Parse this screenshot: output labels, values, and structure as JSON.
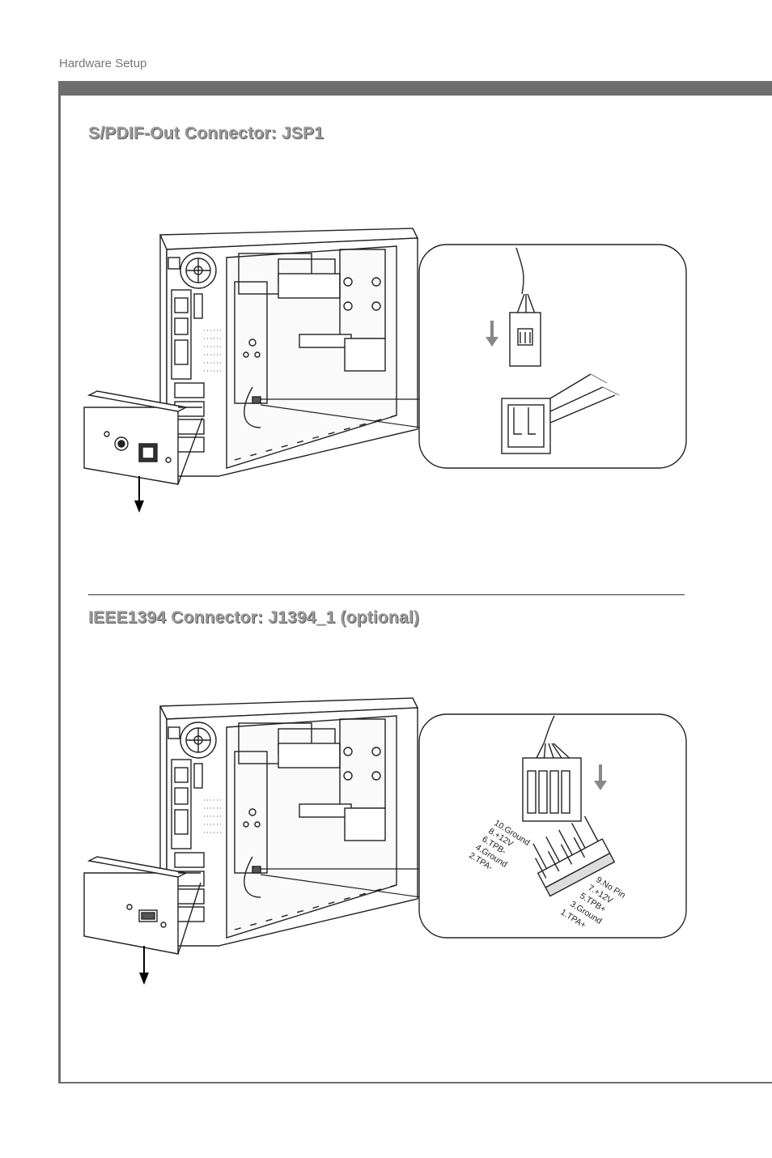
{
  "header": {
    "running_title": "Hardware Setup"
  },
  "sections": [
    {
      "title": "S/PDIF-Out Connector: JSP1"
    },
    {
      "title": "IEEE1394 Connector: J1394_1 (optional)"
    }
  ],
  "ieee1394_pins": {
    "left": [
      "10.Ground",
      "8.+12V",
      "6.TPB-",
      "4.Ground",
      "2.TPA-"
    ],
    "right": [
      "9.No Pin",
      "7.+12V",
      "5.TPB+",
      "3.Ground",
      "1.TPA+"
    ]
  },
  "icons": {
    "fig1": [
      "pc-case-illustration",
      "spdif-bracket-icon",
      "spdif-connector-closeup-icon",
      "insert-arrow-icon"
    ],
    "fig2": [
      "pc-case-illustration",
      "ieee1394-bracket-icon",
      "ieee1394-header-closeup-icon",
      "insert-arrow-icon"
    ]
  }
}
